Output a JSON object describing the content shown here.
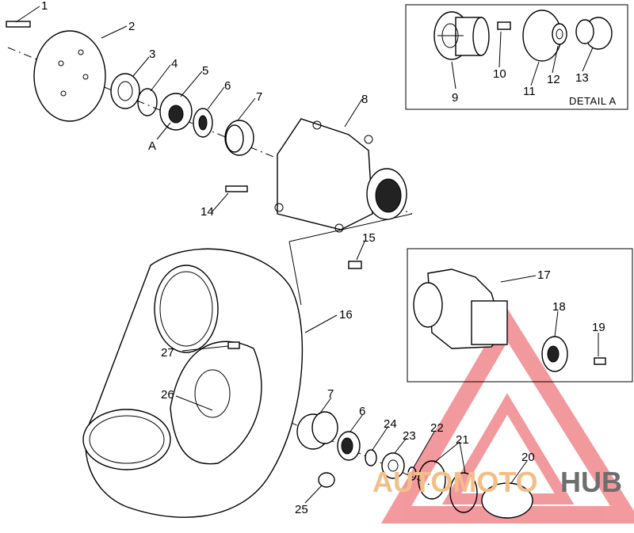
{
  "callouts": {
    "c1": "1",
    "c2": "2",
    "c3": "3",
    "c4": "4",
    "c5": "5",
    "c6": "6",
    "c7": "7",
    "c8": "8",
    "c9": "9",
    "c10": "10",
    "c11": "11",
    "c12": "12",
    "c13": "13",
    "c14": "14",
    "c15": "15",
    "c16": "16",
    "c17": "17",
    "c18": "18",
    "c19": "19",
    "c20": "20",
    "c21": "21",
    "c22": "22",
    "c23": "23",
    "c24": "24",
    "c25": "25",
    "c26": "26",
    "c27": "27",
    "c6b": "6",
    "c7b": "7",
    "cA": "A"
  },
  "detail_label": "DETAIL A",
  "watermark": {
    "part1": "AUTOMOTO",
    "part2": "HUB",
    "color_triangle": "#e8474f",
    "color_auto": "#f3bf88",
    "color_hub": "#6e6e6e"
  }
}
